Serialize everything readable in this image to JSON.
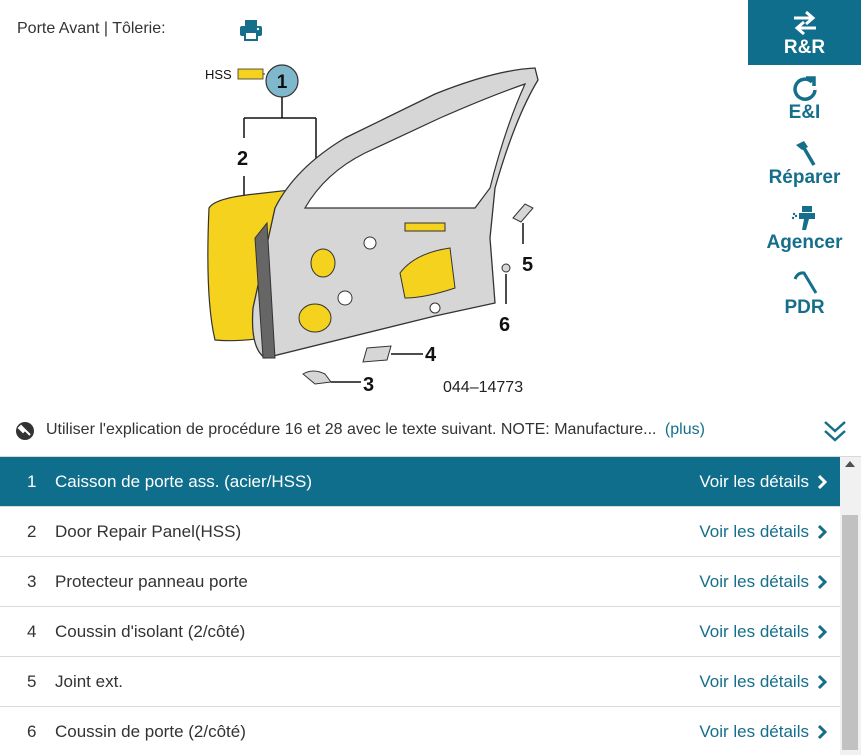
{
  "header": {
    "title": "Porte Avant | Tôlerie:"
  },
  "diagram": {
    "hss_label": "HSS",
    "callouts": [
      "1",
      "2",
      "3",
      "4",
      "5",
      "6"
    ],
    "figure_code": "044–14773"
  },
  "side_menu": [
    {
      "label": "R&R",
      "icon": "swap-arrows-icon",
      "active": true
    },
    {
      "label": "E&I",
      "icon": "circular-arrow-icon",
      "active": false
    },
    {
      "label": "Réparer",
      "icon": "hammer-icon",
      "active": false
    },
    {
      "label": "Agencer",
      "icon": "spray-gun-icon",
      "active": false
    },
    {
      "label": "PDR",
      "icon": "pdr-tool-icon",
      "active": false
    }
  ],
  "note": {
    "text": "Utiliser l'explication de procédure 16 et 28 avec le texte suivant. NOTE: Manufacture...",
    "more": "(plus)"
  },
  "parts": [
    {
      "num": "1",
      "label": "Caisson de porte ass. (acier/HSS)",
      "details": "Voir les détails",
      "selected": true
    },
    {
      "num": "2",
      "label": "Door Repair Panel(HSS)",
      "details": "Voir les détails",
      "selected": false
    },
    {
      "num": "3",
      "label": "Protecteur panneau porte",
      "details": "Voir les détails",
      "selected": false
    },
    {
      "num": "4",
      "label": "Coussin d'isolant (2/côté)",
      "details": "Voir les détails",
      "selected": false
    },
    {
      "num": "5",
      "label": "Joint ext.",
      "details": "Voir les détails",
      "selected": false
    },
    {
      "num": "6",
      "label": "Coussin de porte (2/côté)",
      "details": "Voir les détails",
      "selected": false
    }
  ],
  "colors": {
    "accent": "#0e6e8c",
    "link": "#156f8b",
    "panel_yellow": "#f5d21e",
    "frame_gray": "#d6d6d6"
  }
}
